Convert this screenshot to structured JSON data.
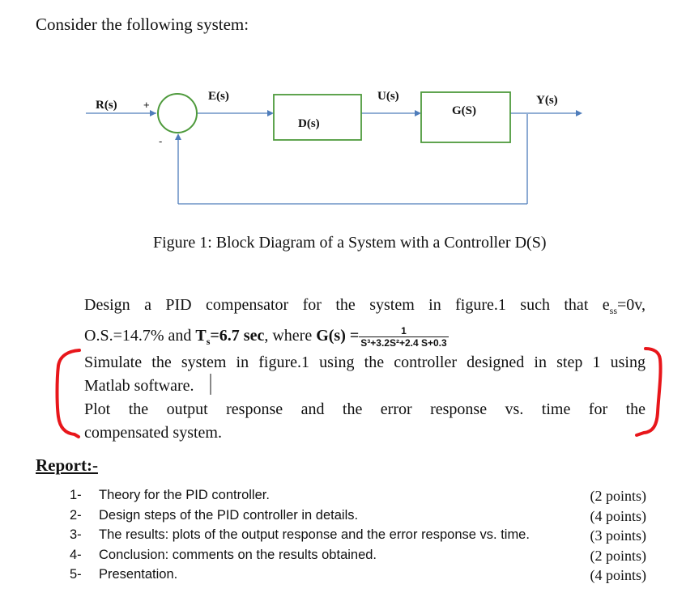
{
  "intro": "Consider the following system:",
  "diagram": {
    "input_label": "R(s)",
    "error_label": "E(s)",
    "control_label": "U(s)",
    "output_label": "Y(s)",
    "controller_label": "D(s)",
    "plant_label": "G(S)",
    "plus_sign": "+",
    "minus_sign": "-"
  },
  "caption": "Figure 1: Block Diagram of a System with a Controller D(S)",
  "design": {
    "line1_a": "Design a PID compensator for the system in figure.1 such that e",
    "ess_sub": "ss",
    "line1_b": "=0v,",
    "os_text": "O.S.=14.7% and ",
    "ts_t": "T",
    "ts_sub": "s",
    "ts_value": "=6.7 sec",
    "where_text": ", where ",
    "g_label": "G(s) =",
    "frac_num": "1",
    "frac_den": "S³+3.2S²+2.4 S+0.3"
  },
  "simulate": {
    "line1": "Simulate the system in figure.1 using the controller designed in step 1 using",
    "line2": "Matlab software.",
    "line3": "Plot the output response and the error response vs. time for the",
    "line4": "compensated system."
  },
  "report": {
    "heading": "Report:-",
    "items": [
      {
        "num": "1-",
        "text": "Theory for the PID controller.",
        "points": "(2 points)"
      },
      {
        "num": "2-",
        "text": "Design steps of the PID controller in details.",
        "points": "(4 points)"
      },
      {
        "num": "3-",
        "text": "The results: plots of the output response and the error response vs. time.",
        "points": "(3 points)"
      },
      {
        "num": "4-",
        "text": "Conclusion: comments on the results obtained.",
        "points": "(2 points)"
      },
      {
        "num": "5-",
        "text": "Presentation.",
        "points": "(4 points)"
      }
    ]
  },
  "colors": {
    "line": "#4f7dbb",
    "block_border": "#4e9a3c",
    "bracket": "#e8161b"
  }
}
